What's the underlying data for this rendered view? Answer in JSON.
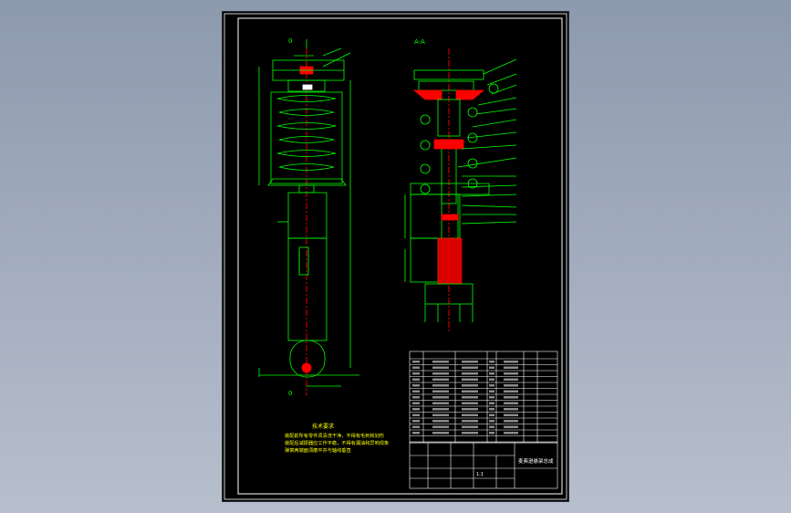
{
  "viewport": {
    "background_top": "#8d99ad",
    "background_bottom": "#b7bfcc"
  },
  "sheet": {
    "background": "#000000",
    "frame_color": "#ffffff"
  },
  "colors": {
    "outline": "#00ff00",
    "centerline": "#ff0000",
    "section": "#ff0000",
    "dimension": "#00ff00",
    "notes": "#ffff00",
    "table": "#ffffff"
  },
  "left_view": {
    "axis_top_label": "0",
    "axis_bottom_label": "0"
  },
  "right_view": {
    "section_label": "A-A"
  },
  "notes": {
    "title": "技术要求",
    "lines": [
      "装配前所有零件须清洗干净，不得有毛刺和划伤",
      "装配后减振器应工作平稳，不得有漏油和异响现象",
      "弹簧两端面须磨平并与轴线垂直"
    ]
  },
  "title_block": {
    "drawing_name": "麦弗逊悬架总成",
    "scale": "1:1",
    "material": ""
  }
}
